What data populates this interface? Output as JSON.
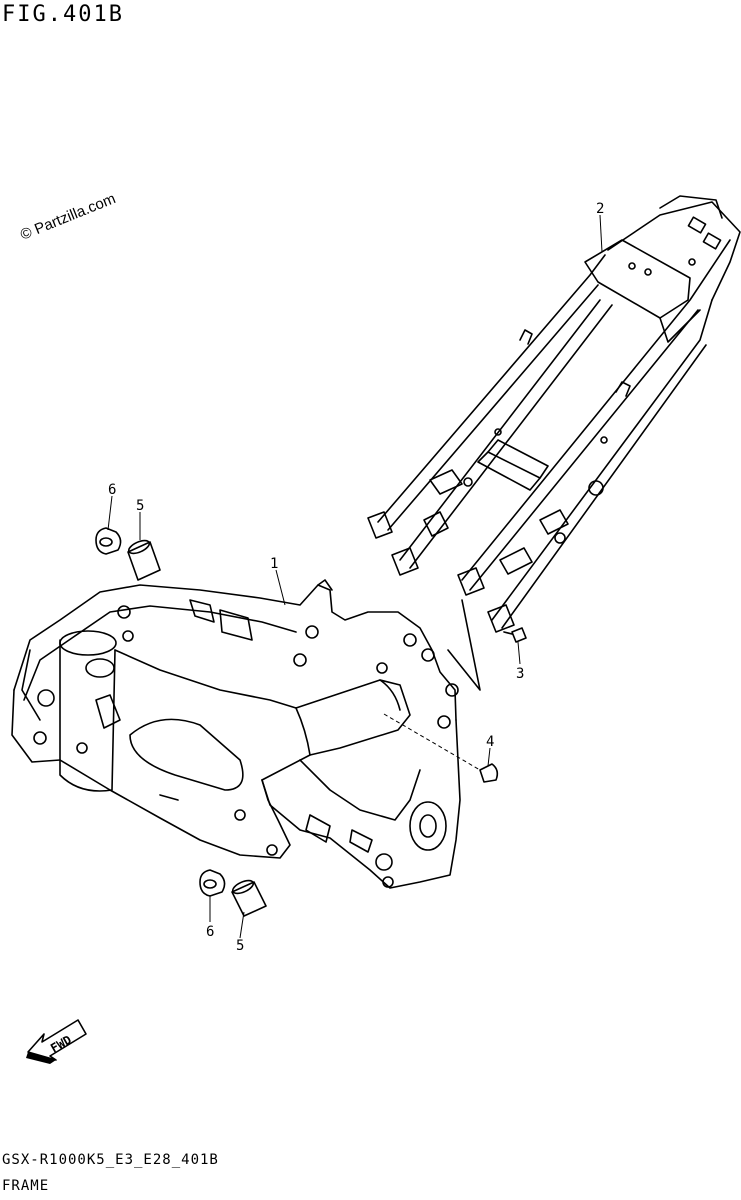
{
  "figure": {
    "title": "FIG.401B",
    "watermark": "© Partzilla.com",
    "model_code": "GSX-R1000K5_E3_E28_401B",
    "section_name": "FRAME",
    "fwd_label": "FWD"
  },
  "callouts": [
    {
      "id": "callout-1",
      "label": "1"
    },
    {
      "id": "callout-2",
      "label": "2"
    },
    {
      "id": "callout-3",
      "label": "3"
    },
    {
      "id": "callout-4",
      "label": "4"
    },
    {
      "id": "callout-5-upper",
      "label": "5"
    },
    {
      "id": "callout-6-upper",
      "label": "6"
    },
    {
      "id": "callout-5-lower",
      "label": "5"
    },
    {
      "id": "callout-6-lower",
      "label": "6"
    }
  ]
}
